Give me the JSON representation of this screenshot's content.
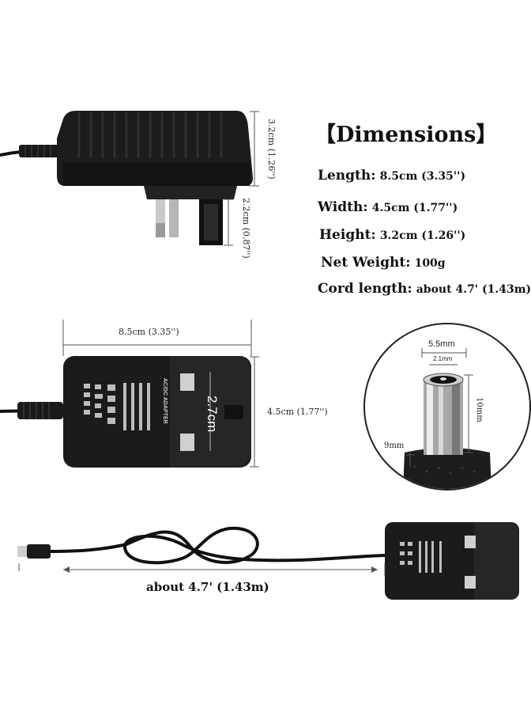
{
  "dimensions": {
    "title": "【Dimensions】",
    "specs": [
      {
        "label": "Length:",
        "value": "8.5cm (3.35'')"
      },
      {
        "label": "Width:",
        "value": "4.5cm (1.77'')"
      },
      {
        "label": "Height:",
        "value": "3.2cm (1.26'')"
      },
      {
        "label": "Net Weight:",
        "value": "100g"
      },
      {
        "label": "Cord length:",
        "value": "about 4.7' (1.43m)"
      }
    ]
  },
  "side_view": {
    "height_label": "3.2cm (1.26'')",
    "pin_label": "2.2cm (0.87'')"
  },
  "front_view": {
    "length_label": "8.5cm (3.35'')",
    "width_label": "4.5cm (1.77'')",
    "pin_spacing_label": "2.7cm",
    "adapter_label": "AC/DC ADAPTER"
  },
  "connector": {
    "outer_label": "5.5mm",
    "inner_label": "2.1mm",
    "length_label": "10mm",
    "base_label": "9mm"
  },
  "cord_view": {
    "cord_label": "about 4.7' (1.43m)"
  }
}
